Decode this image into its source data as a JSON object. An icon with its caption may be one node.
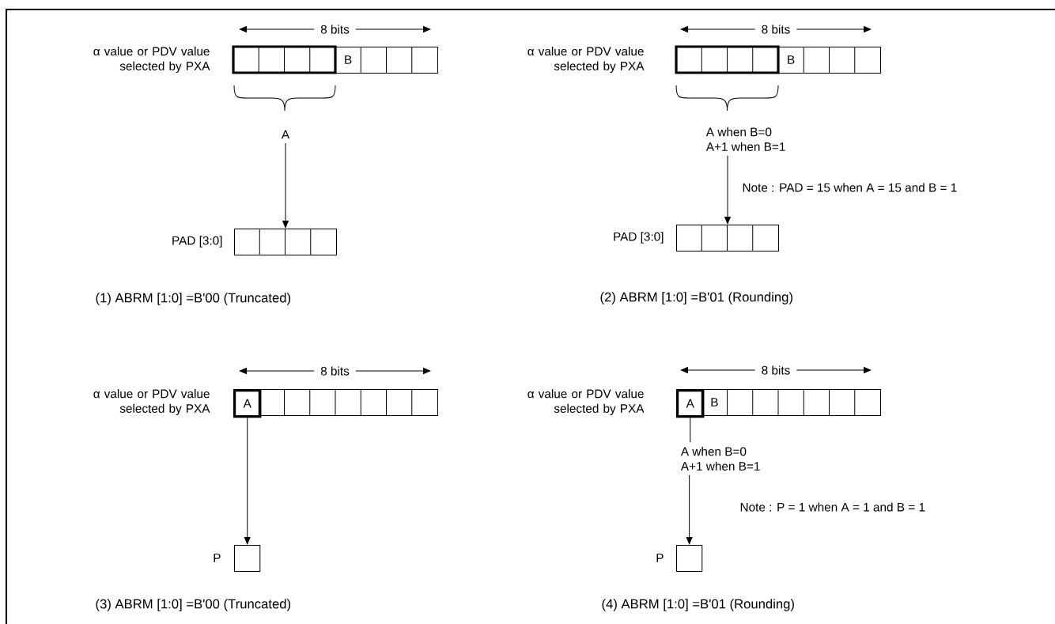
{
  "diagram": {
    "nodes": [
      {
        "text": [
          "α value or PDV value selected by PXA",
          "B"
        ]
      },
      {
        "text": [
          "A"
        ]
      },
      {
        "text": [
          "PAD [3:0]"
        ]
      },
      {
        "text": [
          "α value or PDV value selected by PXA",
          "B"
        ]
      },
      {
        "text": [
          "A when B=0",
          "A+1 when B=1"
        ]
      },
      {
        "text": [
          "PAD [3:0]"
        ]
      },
      {
        "text": [
          "α value or PDV value selected by PXA"
        ]
      },
      {
        "text": [
          "A"
        ],
        "in": 6
      },
      {
        "text": [
          "P"
        ]
      },
      {
        "text": [
          "α value or PDV value selected by PXA",
          "B"
        ]
      },
      {
        "text": [
          "A"
        ],
        "in": 9
      },
      {
        "text": [
          "A when B=0",
          "A+1 when B=1"
        ]
      },
      {
        "text": [
          "P"
        ]
      }
    ],
    "edges": [
      {
        "from": 1,
        "to": 2,
        "arrow": "to"
      },
      {
        "from": 4,
        "to": 5,
        "arrow": "to"
      },
      {
        "from": 7,
        "to": 8,
        "arrow": "to"
      },
      {
        "from": 10,
        "to": 11,
        "arrow": "none"
      },
      {
        "from": 11,
        "to": 12,
        "arrow": "to"
      }
    ],
    "labels": [
      "8 bits",
      "8 bits",
      "Note : PAD = 15 when A = 15 and B = 1",
      "(1) ABRM [1:0] =B'00 (Truncated)",
      "(2) ABRM [1:0] =B'01 (Rounding)",
      "8 bits",
      "8 bits",
      "Note : P = 1 when A = 1 and B = 1",
      "(3) ABRM [1:0] =B'00 (Truncated)",
      "(4) ABRM [1:0] =B'01 (Rounding)"
    ]
  }
}
